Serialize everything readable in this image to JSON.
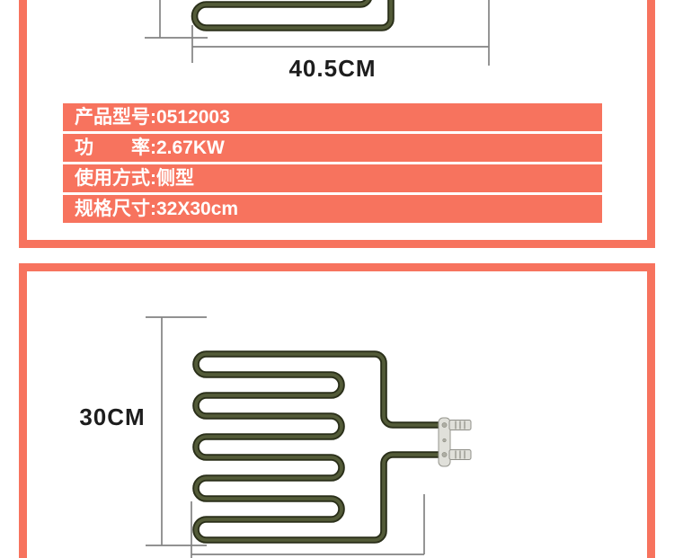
{
  "colors": {
    "accent": "#f7735e",
    "tube_dark": "#2a2f19",
    "tube_light": "#535b38",
    "dim_line": "#838383",
    "metal": "#e0e0da"
  },
  "section_top": {
    "dimension_label": "40.5CM",
    "spec_rows": [
      "产品型号:0512003",
      "功　　率:2.67KW",
      "使用方式:侧型",
      "规格尺寸:32X30cm"
    ]
  },
  "section_bottom": {
    "dimension_label": "30CM"
  }
}
